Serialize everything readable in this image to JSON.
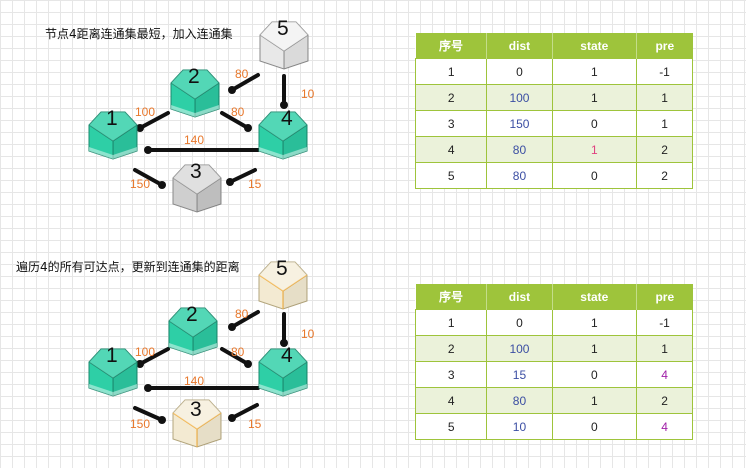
{
  "panels": [
    {
      "caption": "节点4距离连通集最短，加入连通集",
      "nodes": [
        {
          "id": "1",
          "label": "1",
          "color": "#2ecfa6"
        },
        {
          "id": "2",
          "label": "2",
          "color": "#2ecfa6"
        },
        {
          "id": "3",
          "label": "3",
          "color": "#cfcfcf"
        },
        {
          "id": "4",
          "label": "4",
          "color": "#2ecfa6"
        },
        {
          "id": "5",
          "label": "5",
          "color": "#e8e8e8"
        }
      ],
      "weights": {
        "e12": "100",
        "e13": "150",
        "e14": "140",
        "e24": "80",
        "e34": "15",
        "e25": "80",
        "e45": "10"
      },
      "table": {
        "headers": [
          "序号",
          "dist",
          "state",
          "pre"
        ],
        "rows": [
          [
            "1",
            "0",
            "1",
            "-1"
          ],
          [
            "2",
            "100",
            "1",
            "1"
          ],
          [
            "3",
            "150",
            "0",
            "1"
          ],
          [
            "4",
            "80",
            "1",
            "2"
          ],
          [
            "5",
            "80",
            "0",
            "2"
          ]
        ]
      }
    },
    {
      "caption": "遍历4的所有可达点，更新到连通集的距离",
      "nodes": [
        {
          "id": "1",
          "label": "1",
          "color": "#2ecfa6"
        },
        {
          "id": "2",
          "label": "2",
          "color": "#2ecfa6"
        },
        {
          "id": "3",
          "label": "3",
          "color": "#f3ead2"
        },
        {
          "id": "4",
          "label": "4",
          "color": "#2ecfa6"
        },
        {
          "id": "5",
          "label": "5",
          "color": "#f3ead2"
        }
      ],
      "weights": {
        "e12": "100",
        "e13": "150",
        "e14": "140",
        "e24": "80",
        "e34": "15",
        "e25": "80",
        "e45": "10"
      },
      "table": {
        "headers": [
          "序号",
          "dist",
          "state",
          "pre"
        ],
        "rows": [
          [
            "1",
            "0",
            "1",
            "-1"
          ],
          [
            "2",
            "100",
            "1",
            "1"
          ],
          [
            "3",
            "15",
            "0",
            "4"
          ],
          [
            "4",
            "80",
            "1",
            "2"
          ],
          [
            "5",
            "10",
            "0",
            "4"
          ]
        ]
      }
    }
  ]
}
